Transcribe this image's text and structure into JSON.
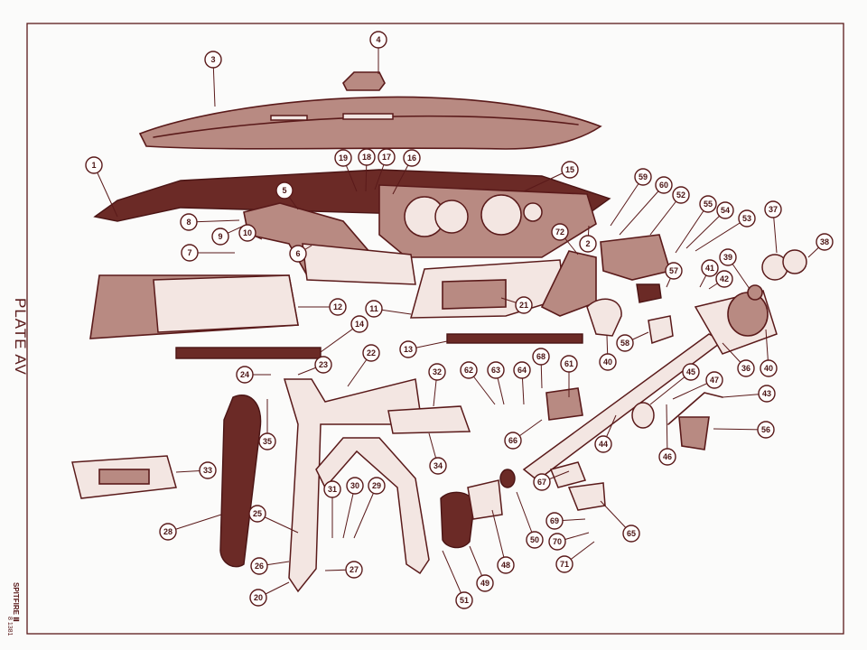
{
  "plate": {
    "title": "PLATE AV",
    "model": "SPITFIRE Ⅲ",
    "code": "8 1381"
  },
  "colors": {
    "ink": "#5a1a1a",
    "paper": "#fbfbfa",
    "shading": "#b88a82"
  },
  "callouts": [
    "1",
    "2",
    "3",
    "4",
    "5",
    "6",
    "7",
    "8",
    "9",
    "10",
    "11",
    "12",
    "13",
    "14",
    "15",
    "16",
    "17",
    "18",
    "19",
    "20",
    "21",
    "22",
    "23",
    "24",
    "25",
    "26",
    "27",
    "28",
    "29",
    "30",
    "31",
    "32",
    "33",
    "34",
    "35",
    "36",
    "37",
    "38",
    "39",
    "40",
    "40",
    "41",
    "42",
    "43",
    "44",
    "45",
    "46",
    "47",
    "48",
    "49",
    "50",
    "51",
    "52",
    "53",
    "54",
    "55",
    "56",
    "57",
    "58",
    "59",
    "60",
    "61",
    "62",
    "63",
    "64",
    "65",
    "66",
    "67",
    "68",
    "69",
    "70",
    "71",
    "72"
  ]
}
